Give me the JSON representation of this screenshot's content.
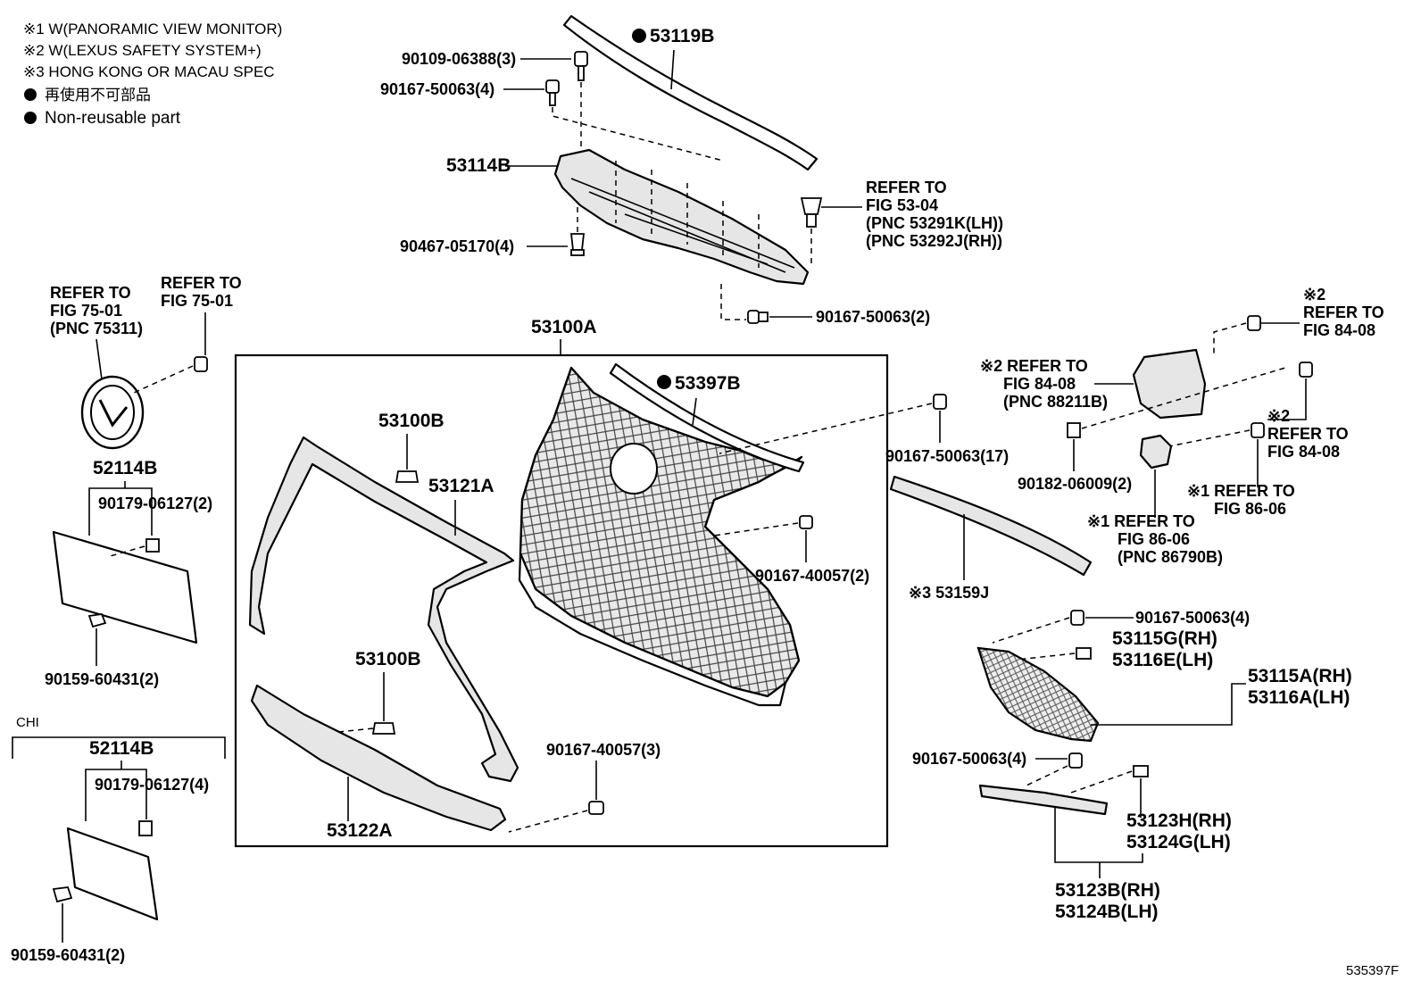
{
  "legend": {
    "note1": "※1 W(PANORAMIC VIEW MONITOR)",
    "note2": "※2 W(LEXUS SAFETY SYSTEM+)",
    "note3": "※3 HONG KONG OR MACAU SPEC",
    "nonreuse_jp": "再使用不可部品",
    "nonreuse_en": "Non-reusable part"
  },
  "figure_code": "535397F",
  "chi_label": "CHI",
  "refer": {
    "r1": [
      "REFER TO",
      "FIG 53-04",
      "(PNC 53291K(LH))",
      "(PNC 53292J(RH))"
    ],
    "r2": [
      "REFER TO",
      "FIG 75-01",
      "(PNC 75311)"
    ],
    "r3": [
      "REFER TO",
      "FIG 75-01"
    ],
    "r4": [
      "※2",
      "REFER TO",
      "FIG 84-08"
    ],
    "r5": [
      "※2 REFER TO",
      "FIG 84-08",
      "(PNC 88211B)"
    ],
    "r6": [
      "※2",
      "REFER TO",
      "FIG 84-08"
    ],
    "r7": [
      "※1 REFER TO",
      "FIG 86-06"
    ],
    "r8": [
      "※1 REFER TO",
      "FIG 86-06",
      "(PNC 86790B)"
    ]
  },
  "parts": {
    "p53119B": "53119B",
    "p90109": "90109-06388(3)",
    "p90167_4a": "90167-50063(4)",
    "p53114B": "53114B",
    "p90467": "90467-05170(4)",
    "p90167_2a": "90167-50063(2)",
    "p53100A": "53100A",
    "p53397B": "53397B",
    "p53100B_top": "53100B",
    "p53121A": "53121A",
    "p53100B_bot": "53100B",
    "p53122A": "53122A",
    "p90167_40057_3": "90167-40057(3)",
    "p90167_40057_2": "90167-40057(2)",
    "p90167_17": "90167-50063(17)",
    "p90182": "90182-06009(2)",
    "p53159J": "※3 53159J",
    "p90167_4b": "90167-50063(4)",
    "p53115G": "53115G(RH)",
    "p53116E": "53116E(LH)",
    "p53115A": "53115A(RH)",
    "p53116A": "53116A(LH)",
    "p90167_4c": "90167-50063(4)",
    "p53123H": "53123H(RH)",
    "p53124G": "53124G(LH)",
    "p53123B": "53123B(RH)",
    "p53124B": "53124B(LH)",
    "p52114B_a": "52114B",
    "p90179_2": "90179-06127(2)",
    "p90159_2a": "90159-60431(2)",
    "p52114B_b": "52114B",
    "p90179_4": "90179-06127(4)",
    "p90159_2b": "90159-60431(2)"
  }
}
